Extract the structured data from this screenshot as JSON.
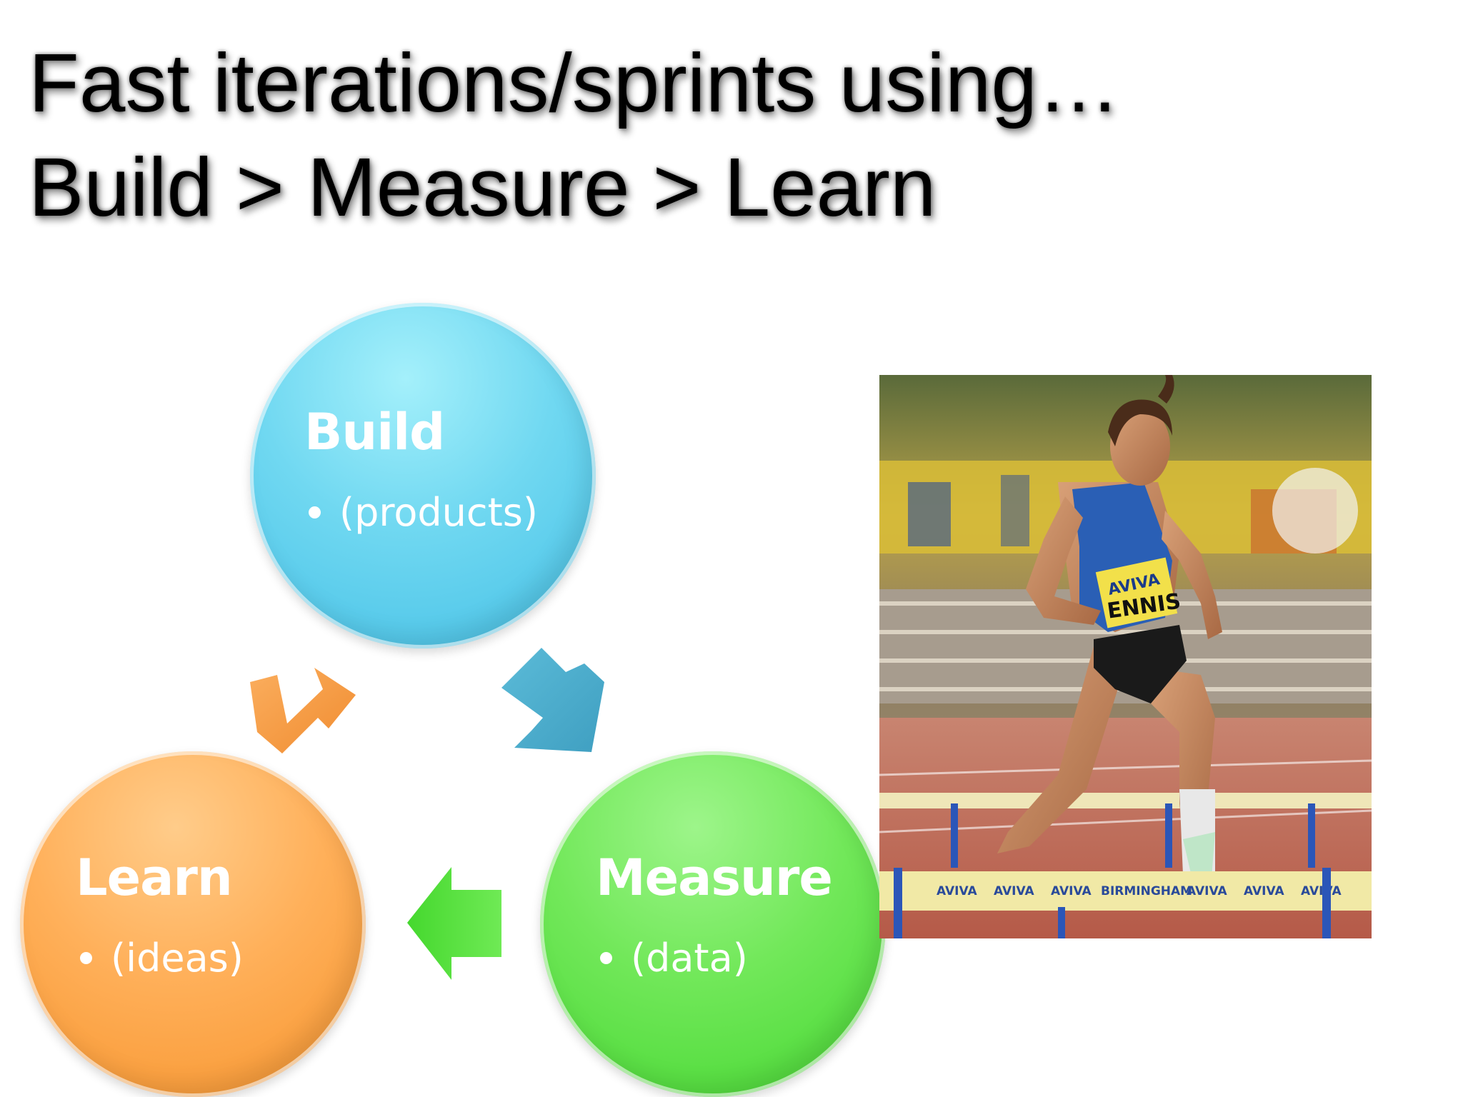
{
  "slide": {
    "title_line1": "Fast iterations/sprints using…",
    "title_line2": "Build > Measure > Learn"
  },
  "cycle": {
    "build": {
      "label": "Build",
      "item": "(products)",
      "color": "#5ccbec"
    },
    "measure": {
      "label": "Measure",
      "item": "(data)",
      "color": "#5fe046"
    },
    "learn": {
      "label": "Learn",
      "item": "(ideas)",
      "color": "#fba244"
    },
    "arrows": {
      "learn_to_build": "#f79a46",
      "build_to_measure": "#4aaccc",
      "measure_to_learn": "#58e040"
    }
  },
  "photo": {
    "subject": "hurdler-athlete",
    "bib_sponsor": "AVIVA",
    "bib_name": "ENNIS",
    "hurdle_banner": [
      "AVIVA",
      "AVIVA",
      "AVIVA",
      "BIRMINGHAM",
      "AVIVA",
      "AVIVA",
      "AVIVA"
    ]
  }
}
